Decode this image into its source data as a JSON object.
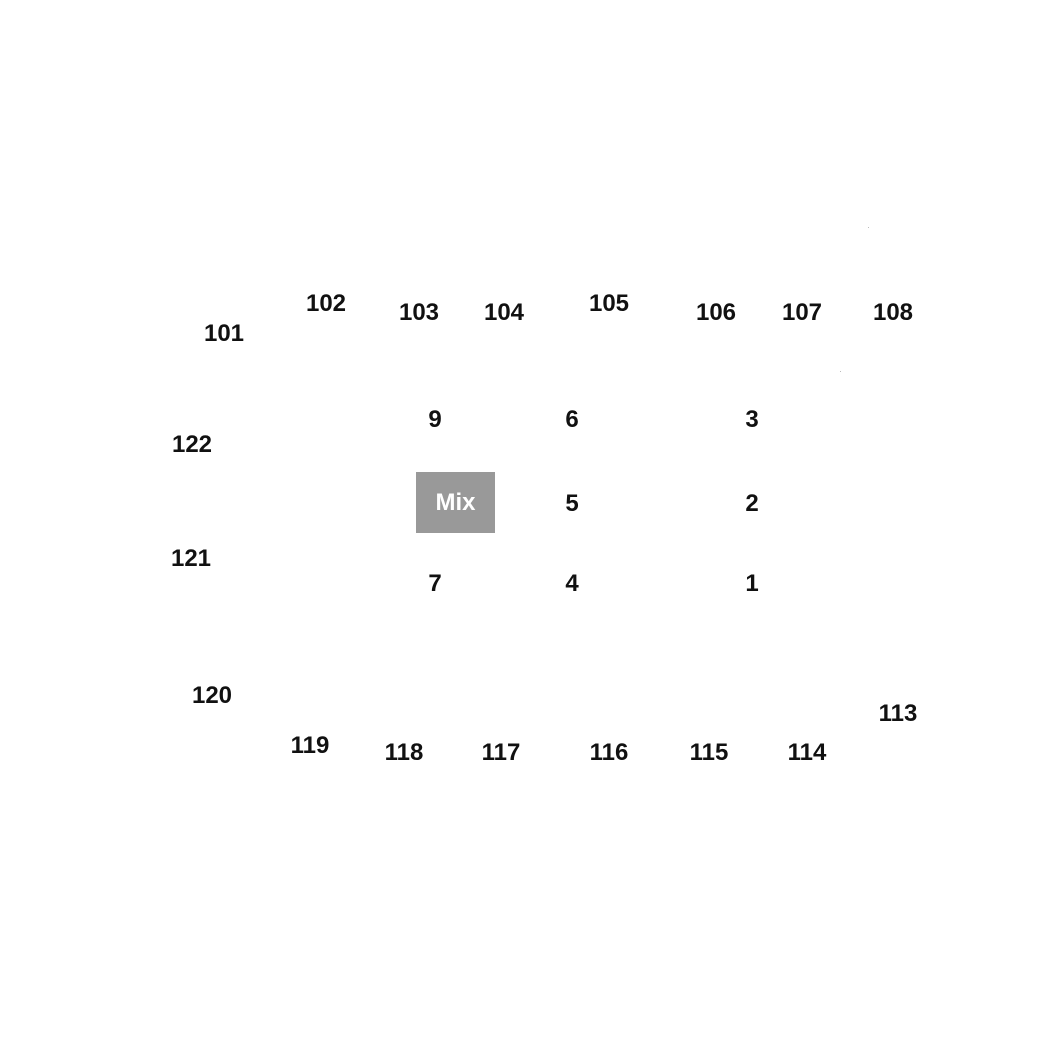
{
  "colors": {
    "background": "#ffffff",
    "text": "#111111",
    "mix_box_fill": "#999999",
    "mix_box_text": "#ffffff"
  },
  "sections": {
    "s101": "101",
    "s102": "102",
    "s103": "103",
    "s104": "104",
    "s105": "105",
    "s106": "106",
    "s107": "107",
    "s108": "108",
    "s113": "113",
    "s114": "114",
    "s115": "115",
    "s116": "116",
    "s117": "117",
    "s118": "118",
    "s119": "119",
    "s120": "120",
    "s121": "121",
    "s122": "122",
    "s1": "1",
    "s2": "2",
    "s3": "3",
    "s4": "4",
    "s5": "5",
    "s6": "6",
    "s7": "7",
    "s9": "9"
  },
  "mix": {
    "label": "Mix"
  }
}
